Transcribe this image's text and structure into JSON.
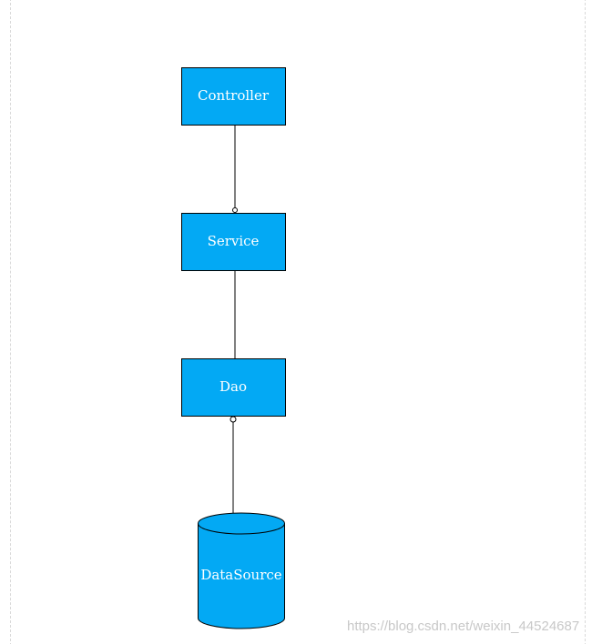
{
  "diagram": {
    "nodes": {
      "controller": "Controller",
      "service": "Service",
      "dao": "Dao",
      "datasource": "DataSource"
    }
  },
  "colors": {
    "node_fill": "#03a9f4",
    "node_text": "#ffffff",
    "line": "#000000"
  },
  "watermark": "https://blog.csdn.net/weixin_44524687"
}
